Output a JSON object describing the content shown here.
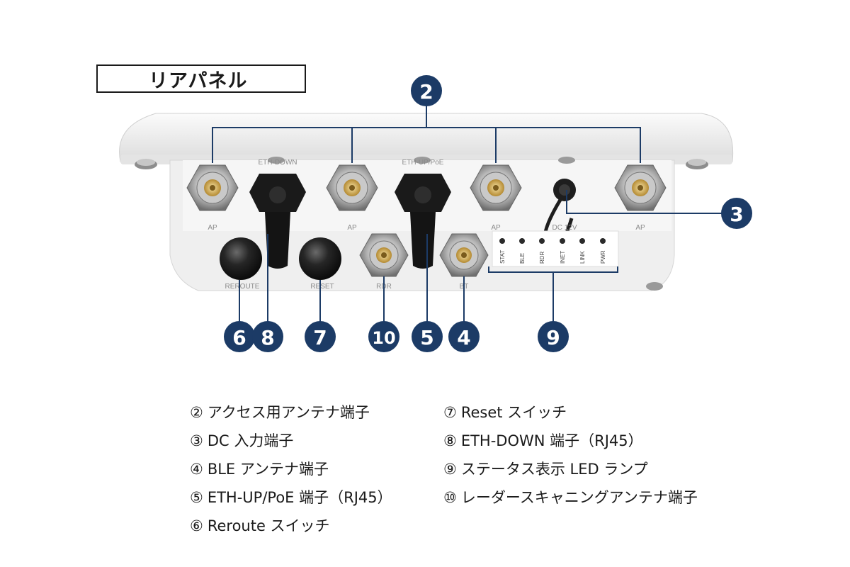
{
  "title": "リアパネル",
  "colors": {
    "callout": "#1c3b66",
    "housing": "#ececec",
    "panel": "#f5f5f5"
  },
  "device_labels": {
    "ap": "AP",
    "eth_down": "ETH-DOWN",
    "eth_up": "ETH-UP/PoE",
    "dc": "DC 12V",
    "reroute": "REROUTE",
    "reset": "RESET",
    "rdr": "RDR",
    "bt": "BT"
  },
  "led_labels": [
    "STAT",
    "BLE",
    "RDR",
    "INET",
    "LINK",
    "PWR"
  ],
  "callouts": [
    {
      "id": "c2",
      "text": "2"
    },
    {
      "id": "c3",
      "text": "3"
    },
    {
      "id": "c6",
      "text": "6"
    },
    {
      "id": "c8",
      "text": "8"
    },
    {
      "id": "c7",
      "text": "7"
    },
    {
      "id": "c10",
      "text": "10"
    },
    {
      "id": "c5",
      "text": "5"
    },
    {
      "id": "c4",
      "text": "4"
    },
    {
      "id": "c9",
      "text": "9"
    }
  ],
  "legend_left": [
    {
      "num": "②",
      "text": "アクセス用アンテナ端子"
    },
    {
      "num": "③",
      "text": "DC 入力端子"
    },
    {
      "num": "④",
      "text": "BLE アンテナ端子"
    },
    {
      "num": "⑤",
      "text": "ETH-UP/PoE 端子（RJ45）"
    },
    {
      "num": "⑥",
      "text": "Reroute スイッチ"
    }
  ],
  "legend_right": [
    {
      "num": "⑦",
      "text": "Reset スイッチ"
    },
    {
      "num": "⑧",
      "text": "ETH-DOWN 端子（RJ45）"
    },
    {
      "num": "⑨",
      "text": "ステータス表示 LED ランプ"
    },
    {
      "num": "⑩",
      "text": "レーダースキャニングアンテナ端子"
    }
  ]
}
